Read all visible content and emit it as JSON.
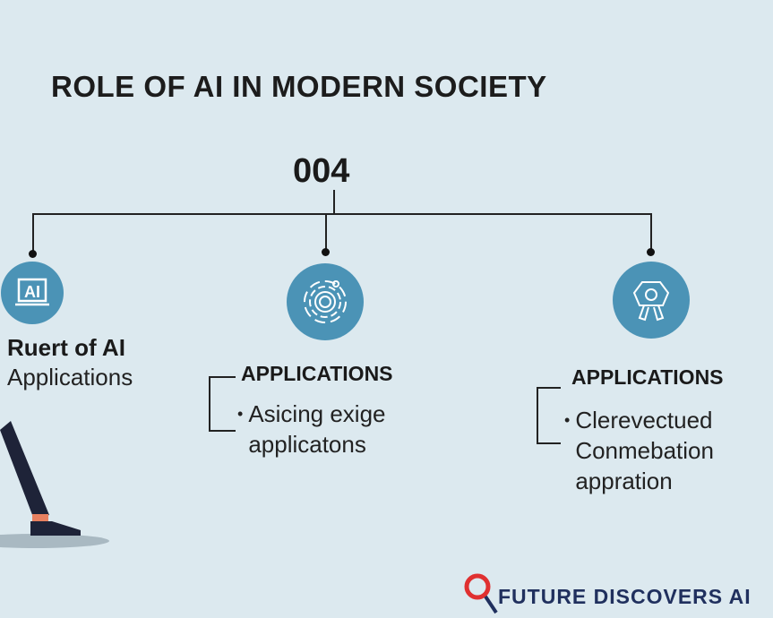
{
  "title": "ROLE OF AI IN MODERN SOCIETY",
  "number": "004",
  "nodes": [
    {
      "icon": "ai-screen-icon",
      "icon_text": "AI",
      "heading": "Ruert of AI",
      "text": "Applications"
    },
    {
      "icon": "circular-network-icon",
      "heading": "APPLICATIONS",
      "bullet": "Asicing exige applicatons"
    },
    {
      "icon": "robot-badge-icon",
      "heading": "APPLICATIONS",
      "bullet": "Clerevectued Conmebation appration"
    }
  ],
  "brand": "FUTURE DISCOVERS AI",
  "colors": {
    "background": "#dce9ef",
    "accent": "#4b93b6",
    "brand": "#20305e",
    "logo": "#e03030"
  }
}
